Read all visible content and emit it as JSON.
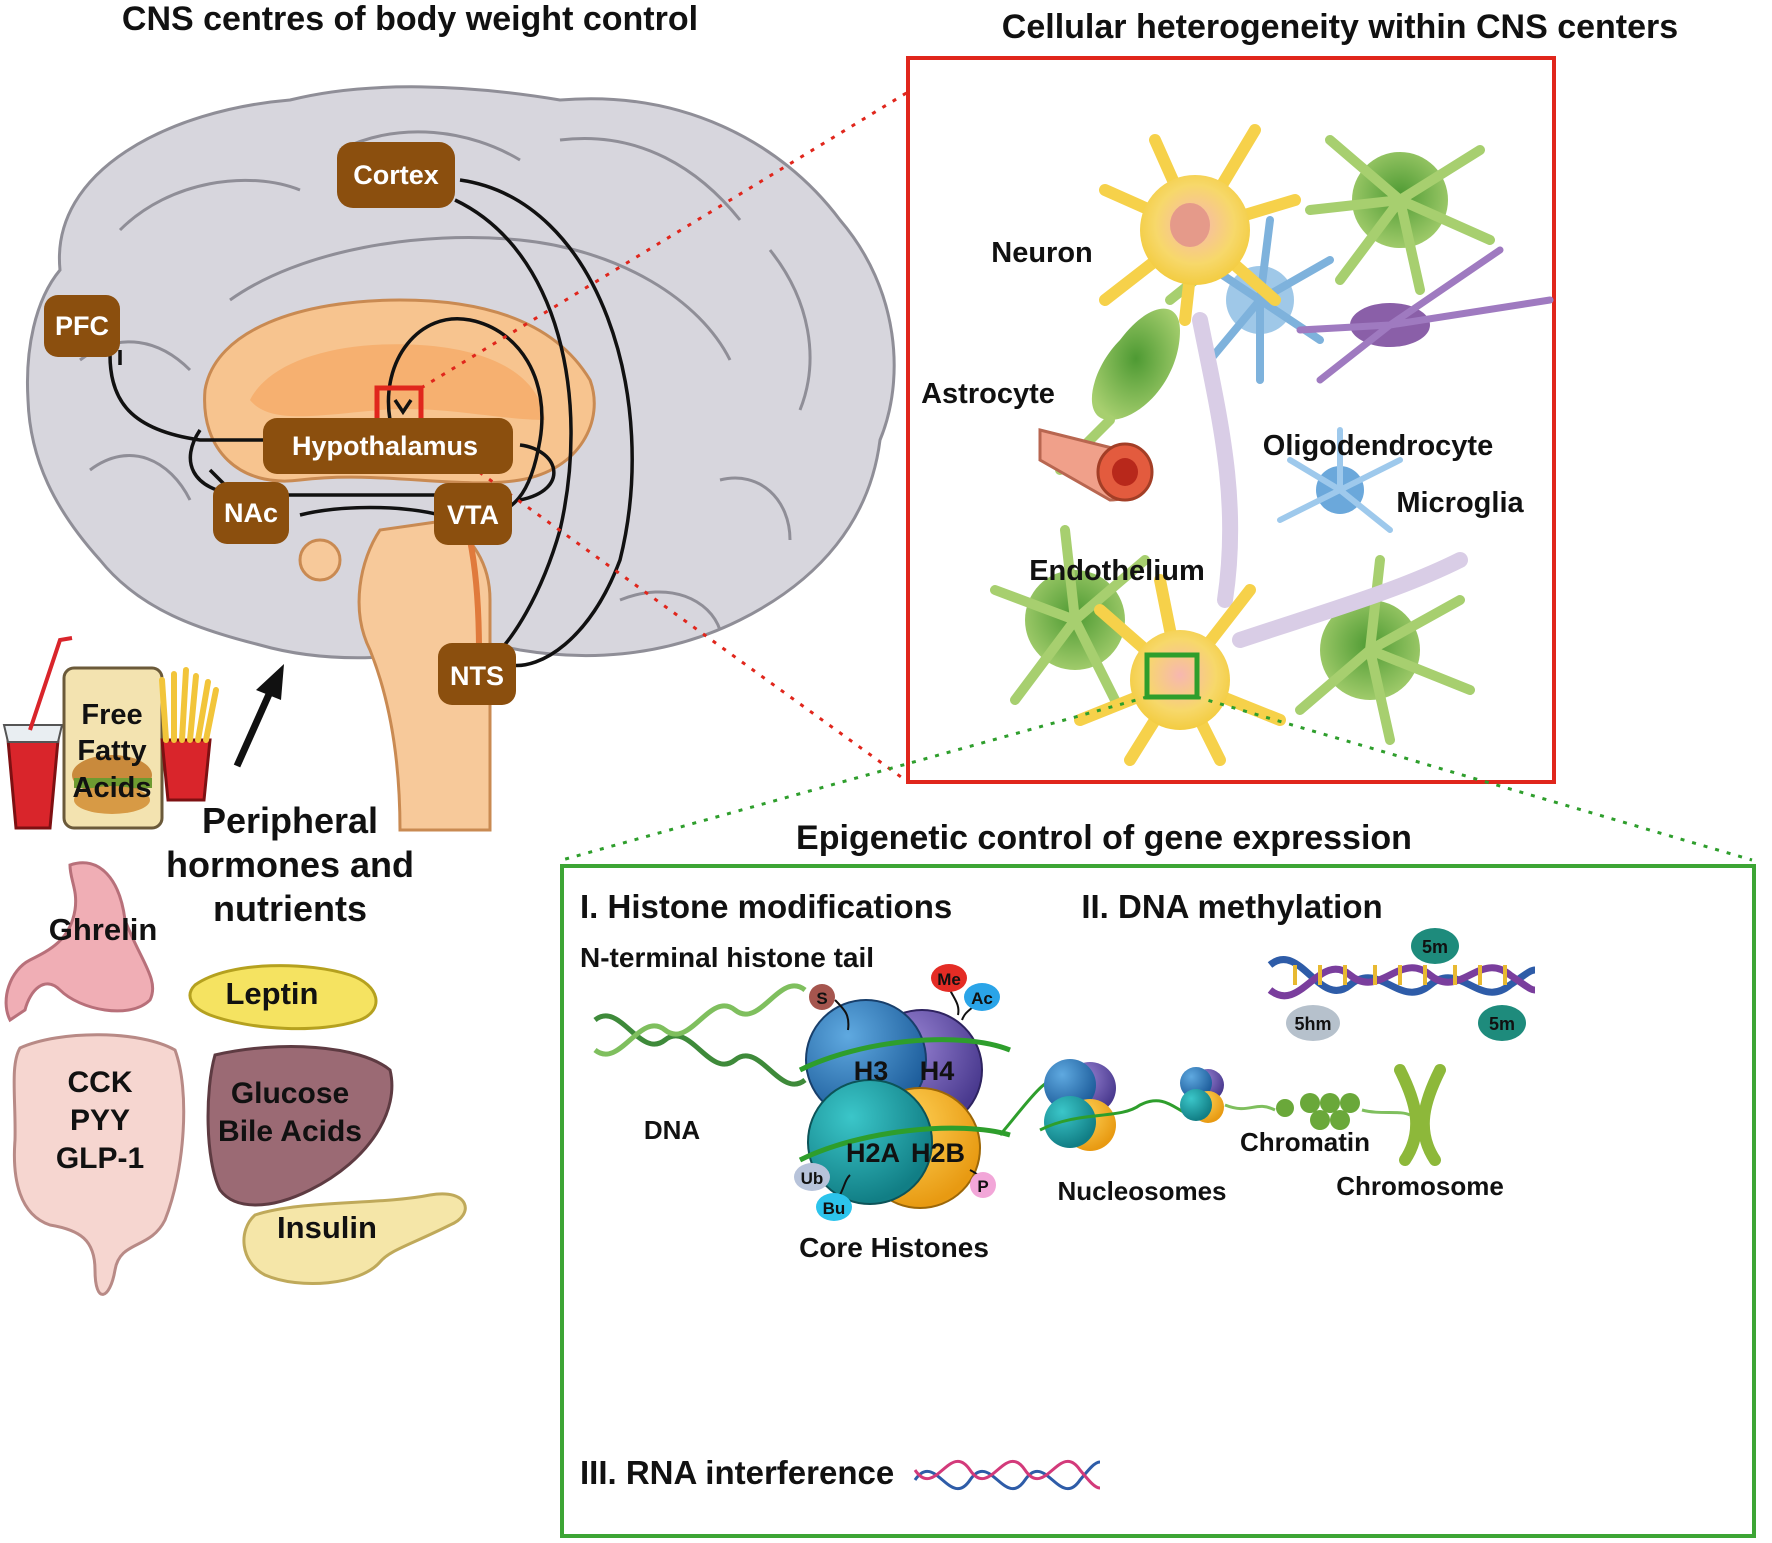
{
  "titles": {
    "left": "CNS centres of body weight control",
    "right": "Cellular heterogeneity within CNS centers",
    "epigenetic": "Epigenetic control of gene expression"
  },
  "brain_regions": {
    "cortex": "Cortex",
    "pfc": "PFC",
    "hypothalamus": "Hypothalamus",
    "nac": "NAc",
    "vta": "VTA",
    "nts": "NTS"
  },
  "periphery": {
    "food": [
      "Free",
      "Fatty",
      "Acids"
    ],
    "signals_heading": [
      "Peripheral",
      "hormones and",
      "nutrients"
    ],
    "stomach": "Ghrelin",
    "adipose": "Leptin",
    "gut": [
      "CCK",
      "PYY",
      "GLP-1"
    ],
    "liver": [
      "Glucose",
      "Bile Acids"
    ],
    "pancreas": "Insulin"
  },
  "cell_types": {
    "neuron": "Neuron",
    "astrocyte": "Astrocyte",
    "oligodendrocyte": "Oligodendrocyte",
    "microglia": "Microglia",
    "endothelium": "Endothelium"
  },
  "epigenetics": {
    "histone_heading": "I. Histone modifications",
    "tail_label": "N-terminal histone tail",
    "dna_label": "DNA",
    "histones": [
      "H3",
      "H4",
      "H2A",
      "H2B"
    ],
    "marks": {
      "s": "S",
      "me": "Me",
      "ac": "Ac",
      "ub": "Ub",
      "bu": "Bu",
      "p": "P"
    },
    "core_label": "Core Histones",
    "nucleosomes_label": "Nucleosomes",
    "chromatin_label": "Chromatin",
    "chromosome_label": "Chromosome",
    "methylation_heading": "II. DNA methylation",
    "methyl_marks": {
      "top": "5m",
      "left": "5hm",
      "right": "5m"
    },
    "rnai_heading": "III. RNA interference"
  },
  "colors": {
    "node_brown": "#8B4F0E",
    "red_box": "#E0261C",
    "green_box": "#3DA535",
    "brain_gray": "#D9D8DF",
    "hypothalamus_orange": "#F7B46D"
  }
}
